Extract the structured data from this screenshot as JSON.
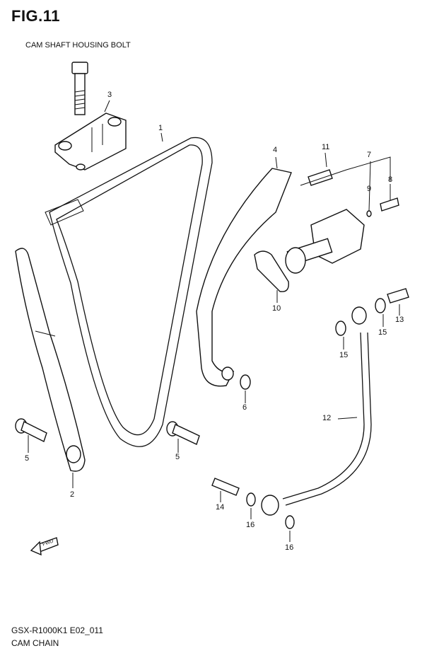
{
  "figure": {
    "title": "FIG.11",
    "subtitle_label": "CAM SHAFT HOUSING BOLT",
    "model_code": "GSX-R1000K1 E02_011",
    "caption": "CAM CHAIN"
  },
  "callouts": {
    "c1": "1",
    "c2": "2",
    "c3": "3",
    "c4": "4",
    "c5a": "5",
    "c5b": "5",
    "c6": "6",
    "c7": "7",
    "c8": "8",
    "c9": "9",
    "c10": "10",
    "c11": "11",
    "c12": "12",
    "c13": "13",
    "c14": "14",
    "c15a": "15",
    "c15b": "15",
    "c16a": "16",
    "c16b": "16"
  },
  "fwd_marker": "FWD"
}
